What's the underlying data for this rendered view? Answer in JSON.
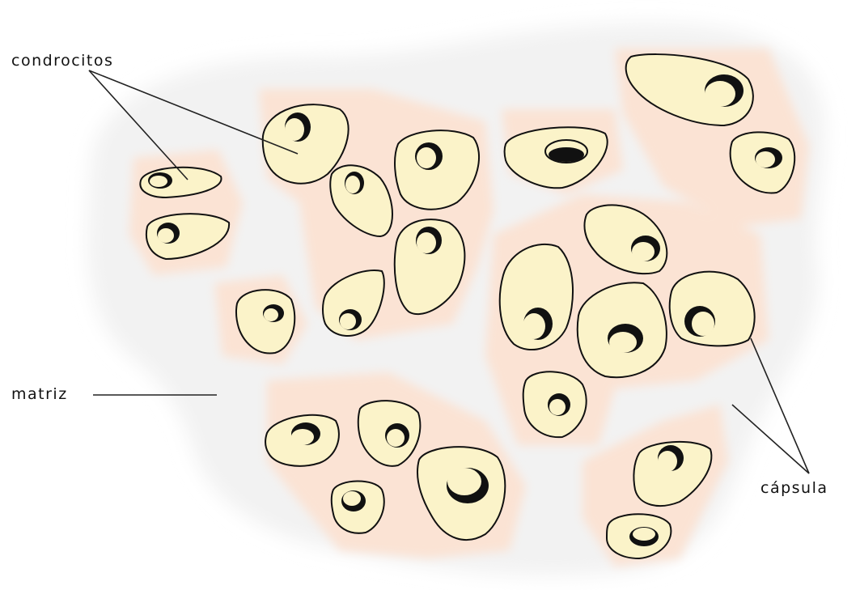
{
  "labels": {
    "chondrocytes": "condrocitos",
    "matrix": "matriz",
    "capsule": "cápsula"
  },
  "colors": {
    "matrix_fill": "#f2f2f2",
    "capsule_fill": "#fbe3d4",
    "cell_fill": "#fbf3c9",
    "cell_stroke": "#111111",
    "nucleus_fill": "#111111",
    "nucleus_highlight": "#fbf3c9"
  }
}
